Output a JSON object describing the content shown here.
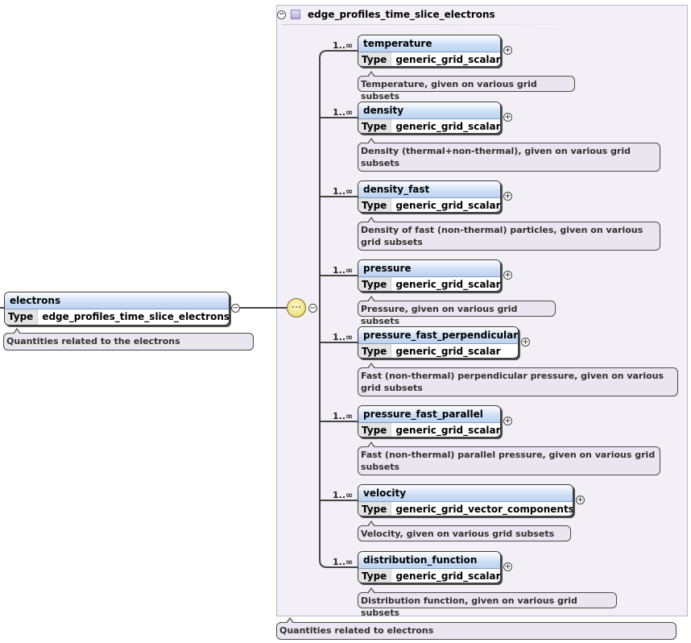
{
  "root": {
    "name": "electrons",
    "type_key": "Type",
    "type_value": "edge_profiles_time_slice_electrons",
    "doc": "Quantities related to the electrons"
  },
  "group": {
    "title": "edge_profiles_time_slice_electrons",
    "doc": "Quantities related to electrons",
    "collapse_symbol": "⊖"
  },
  "sequence_icon": "sequence-compositor-icon",
  "children": [
    {
      "multiplicity": "1..∞",
      "name": "temperature",
      "type_key": "Type",
      "type_value": "generic_grid_scalar",
      "doc_lines": [
        "Temperature, given on various grid subsets"
      ]
    },
    {
      "multiplicity": "1..∞",
      "name": "density",
      "type_key": "Type",
      "type_value": "generic_grid_scalar",
      "doc_lines": [
        "Density (thermal+non-thermal), given on various grid",
        "subsets"
      ]
    },
    {
      "multiplicity": "1..∞",
      "name": "density_fast",
      "type_key": "Type",
      "type_value": "generic_grid_scalar",
      "doc_lines": [
        "Density of fast (non-thermal) particles, given on various",
        "grid subsets"
      ]
    },
    {
      "multiplicity": "1..∞",
      "name": "pressure",
      "type_key": "Type",
      "type_value": "generic_grid_scalar",
      "doc_lines": [
        "Pressure, given on various grid subsets"
      ]
    },
    {
      "multiplicity": "1..∞",
      "name": "pressure_fast_perpendicular",
      "type_key": "Type",
      "type_value": "generic_grid_scalar",
      "doc_lines": [
        "Fast (non-thermal) perpendicular pressure, given on various",
        "grid subsets"
      ]
    },
    {
      "multiplicity": "1..∞",
      "name": "pressure_fast_parallel",
      "type_key": "Type",
      "type_value": "generic_grid_scalar",
      "doc_lines": [
        "Fast (non-thermal) parallel pressure, given on various grid",
        "subsets"
      ]
    },
    {
      "multiplicity": "1..∞",
      "name": "velocity",
      "type_key": "Type",
      "type_value": "generic_grid_vector_components",
      "doc_lines": [
        "Velocity, given on various grid subsets"
      ]
    },
    {
      "multiplicity": "1..∞",
      "name": "distribution_function",
      "type_key": "Type",
      "type_value": "generic_grid_scalar",
      "doc_lines": [
        "Distribution function, given on various grid subsets"
      ]
    }
  ]
}
